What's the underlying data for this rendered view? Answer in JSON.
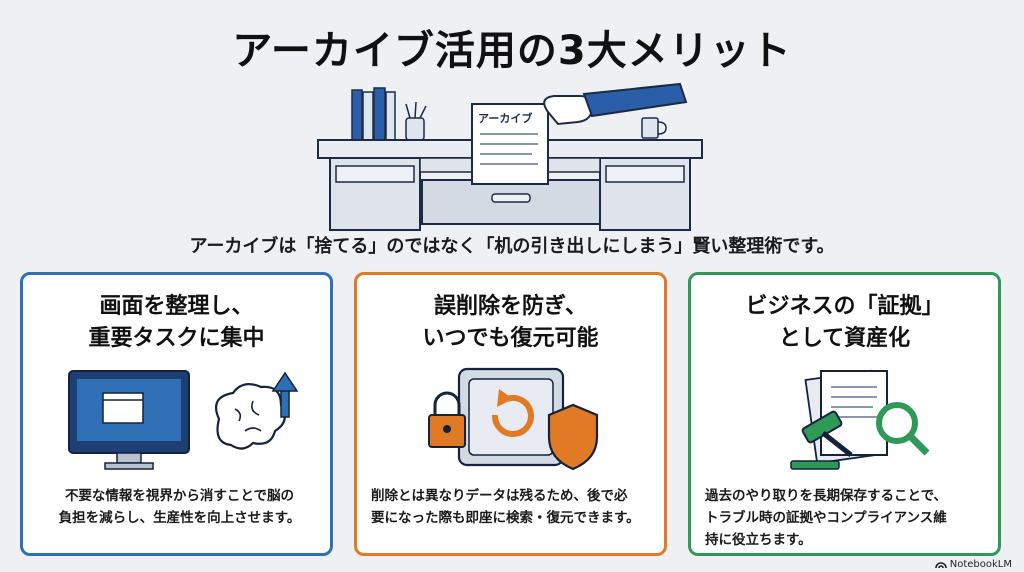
{
  "title": "アーカイブ活用の3大メリット",
  "hero": {
    "folder_label": "アーカイブ"
  },
  "subtitle": "アーカイブは「捨てる」のではなく「机の引き出しにしまう」賢い整理術です。",
  "cards": [
    {
      "heading": [
        "画面を整理し、",
        "重要タスクに集中"
      ],
      "body": [
        "不要な情報を視界から消すことで脳の",
        "負担を減らし、生産性を向上させます。"
      ],
      "icons": [
        "monitor-window-icon",
        "brain-icon",
        "arrow-up-icon"
      ],
      "accent": "#2f6fb6"
    },
    {
      "heading": [
        "誤削除を防ぎ、",
        "いつでも復元可能"
      ],
      "body": [
        "削除とは異なりデータは残るため、後で必",
        "要になった際も即座に検索・復元できます。"
      ],
      "icons": [
        "safe-icon",
        "padlock-icon",
        "restore-arrow-icon",
        "shield-icon"
      ],
      "accent": "#e07a24"
    },
    {
      "heading": [
        "ビジネスの「証拠」",
        "として資産化"
      ],
      "body": [
        "過去のやり取りを長期保存することで、",
        "トラブル時の証拠やコンプライアンス維",
        "持に役立ちます。"
      ],
      "icons": [
        "documents-icon",
        "gavel-icon",
        "magnifier-icon"
      ],
      "accent": "#2f9a57"
    }
  ],
  "badge": "NotebookLM"
}
